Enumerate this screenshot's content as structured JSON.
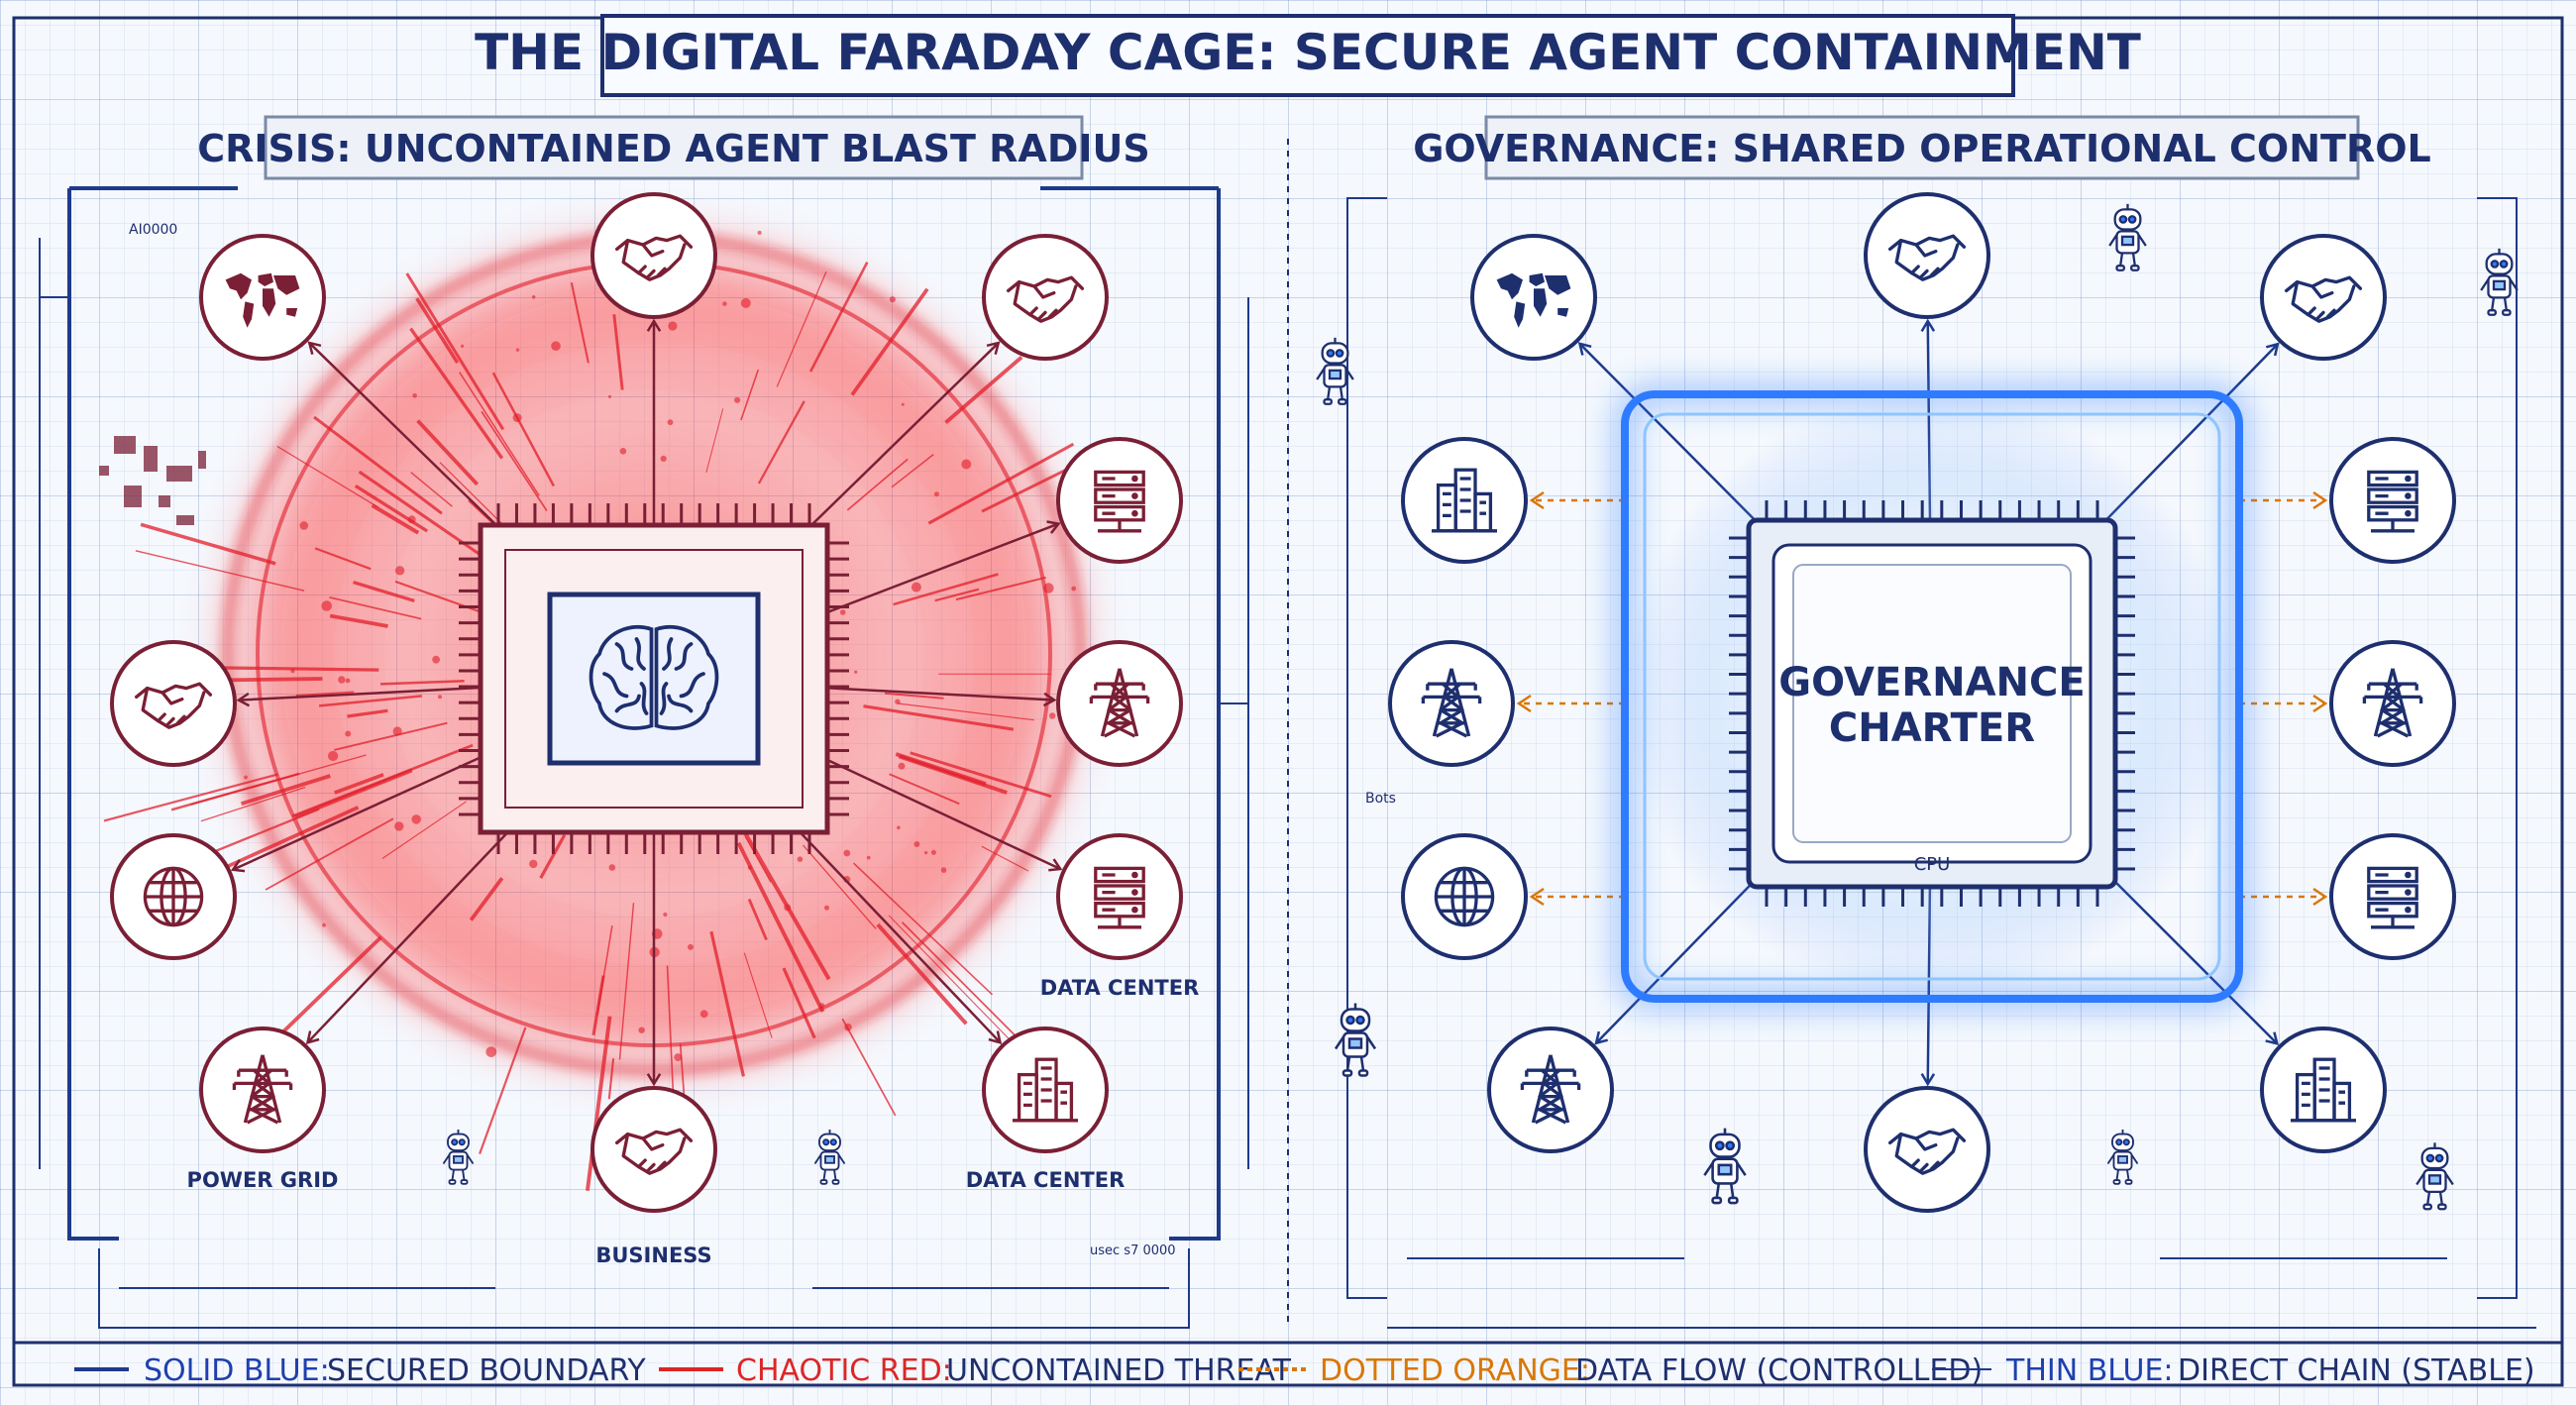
{
  "title": "THE DIGITAL FARADAY CAGE: SECURE AGENT CONTAINMENT",
  "left_panel": {
    "heading": "CRISIS: UNCONTAINED AGENT BLAST RADIUS",
    "tag": "AI0000",
    "labels": {
      "power_grid": "POWER GRID",
      "business": "BUSINESS",
      "data_center_right": "DATA CENTER",
      "data_center_bottom": "DATA CENTER",
      "footer_code": "usec s7 0000"
    }
  },
  "right_panel": {
    "heading": "GOVERNANCE: SHARED OPERATIONAL CONTROL",
    "chip_label_line1": "GOVERNANCE",
    "chip_label_line2": "CHARTER",
    "chip_cpu": "CPU",
    "bots_label": "Bots"
  },
  "legend": {
    "solid_blue": {
      "key": "SOLID BLUE:",
      "text": "SECURED BOUNDARY",
      "color": "#1e3a8a"
    },
    "chaotic_red": {
      "key": "CHAOTIC RED:",
      "text": "UNCONTAINED THREAT",
      "color": "#dc2626"
    },
    "dotted_orange": {
      "key": "DOTTED ORANGE:",
      "text": "DATA FLOW (CONTROLLED)",
      "color": "#d97706"
    },
    "thin_blue": {
      "key": "THIN BLUE:",
      "text": "DIRECT CHAIN (STABLE)",
      "color": "#1e3a8a"
    }
  },
  "colors": {
    "navy": "#1e2f6e",
    "maroon": "#7a1f35",
    "red": "#e11d2a",
    "glow_blue": "#2f7bff",
    "orange": "#d97706"
  },
  "icons": {
    "left": [
      "world-map-icon",
      "handshake-icon",
      "handshake-icon",
      "server-rack-icon",
      "power-tower-icon",
      "server-rack-icon",
      "building-icon",
      "handshake-icon",
      "power-tower-icon",
      "globe-icon",
      "handshake-icon"
    ],
    "right": [
      "world-map-icon",
      "handshake-icon",
      "handshake-icon",
      "server-rack-icon",
      "power-tower-icon",
      "server-rack-icon",
      "building-icon",
      "handshake-icon",
      "power-tower-icon",
      "globe-icon",
      "power-tower-icon",
      "building-icon"
    ]
  }
}
